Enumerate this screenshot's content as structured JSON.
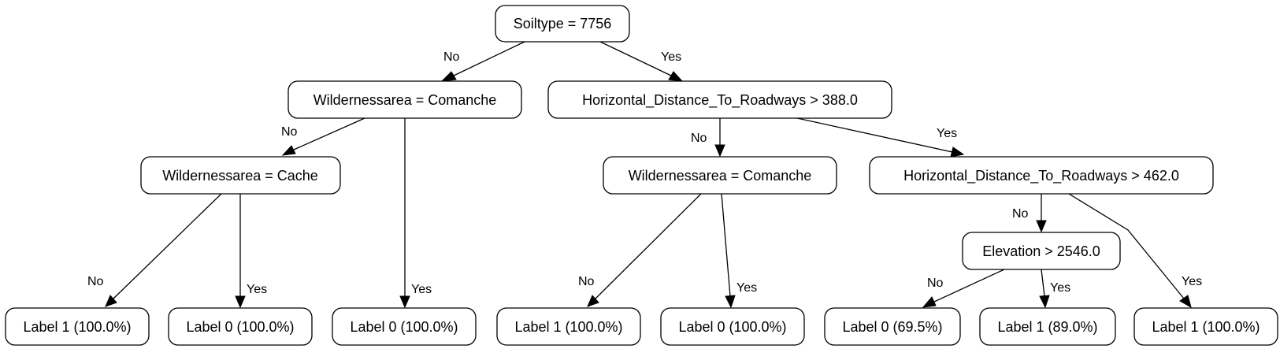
{
  "tree": {
    "nodes": {
      "root": "Soiltype = 7756",
      "wa_comanche_1": "Wildernessarea = Comanche",
      "hdr_388": "Horizontal_Distance_To_Roadways > 388.0",
      "wa_cache": "Wildernessarea = Cache",
      "wa_comanche_2": "Wildernessarea = Comanche",
      "hdr_462": "Horizontal_Distance_To_Roadways > 462.0",
      "elevation": "Elevation > 2546.0",
      "leaf_1": "Label 1 (100.0%)",
      "leaf_2": "Label 0 (100.0%)",
      "leaf_3": "Label 0 (100.0%)",
      "leaf_4": "Label 1 (100.0%)",
      "leaf_5": "Label 0 (100.0%)",
      "leaf_6": "Label 0 (69.5%)",
      "leaf_7": "Label 1 (89.0%)",
      "leaf_8": "Label 1 (100.0%)"
    },
    "edges": {
      "root_no": "No",
      "root_yes": "Yes",
      "wa1_no": "No",
      "wa1_yes": "Yes",
      "hdr388_no": "No",
      "hdr388_yes": "Yes",
      "cache_no": "No",
      "cache_yes": "Yes",
      "wa2_no": "No",
      "wa2_yes": "Yes",
      "hdr462_no": "No",
      "hdr462_yes": "Yes",
      "elev_no": "No",
      "elev_yes": "Yes"
    }
  }
}
